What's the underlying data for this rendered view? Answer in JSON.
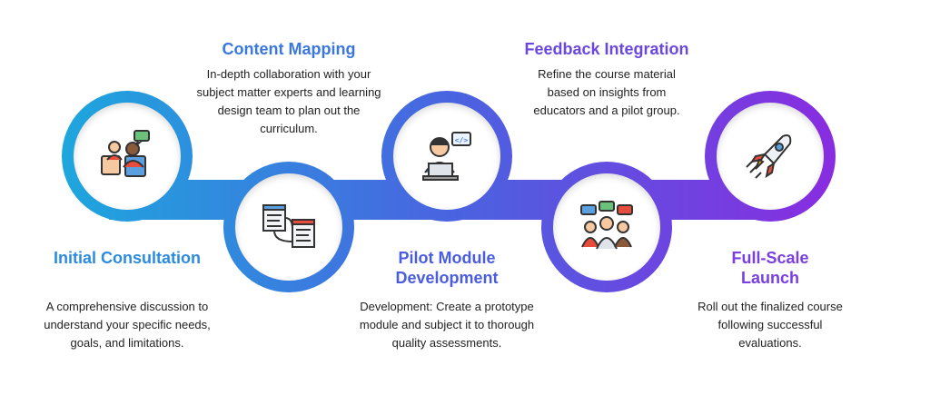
{
  "colors": {
    "gradient_start": "#1ea6dd",
    "gradient_mid": "#4a63e0",
    "gradient_end": "#8a2be0",
    "title_blue": "#2b8be0",
    "title_indigo": "#4a5de0",
    "title_purple": "#7a3fe0"
  },
  "steps": [
    {
      "icon": "consultation-icon",
      "title": "Initial Consultation",
      "description": "A comprehensive discussion to understand your specific needs, goals, and limitations."
    },
    {
      "icon": "content-map-icon",
      "title": "Content Mapping",
      "description": "In-depth collaboration with your subject matter experts and learning design team to plan out the curriculum."
    },
    {
      "icon": "developer-icon",
      "title": "Pilot Module Development",
      "description": "Development: Create a prototype module and subject it to thorough quality assessments."
    },
    {
      "icon": "feedback-group-icon",
      "title": "Feedback Integration",
      "description": "Refine the course material based on insights from educators and a pilot group."
    },
    {
      "icon": "rocket-icon",
      "title": "Full-Scale Launch",
      "description": "Roll out the finalized course following successful evaluations."
    }
  ]
}
